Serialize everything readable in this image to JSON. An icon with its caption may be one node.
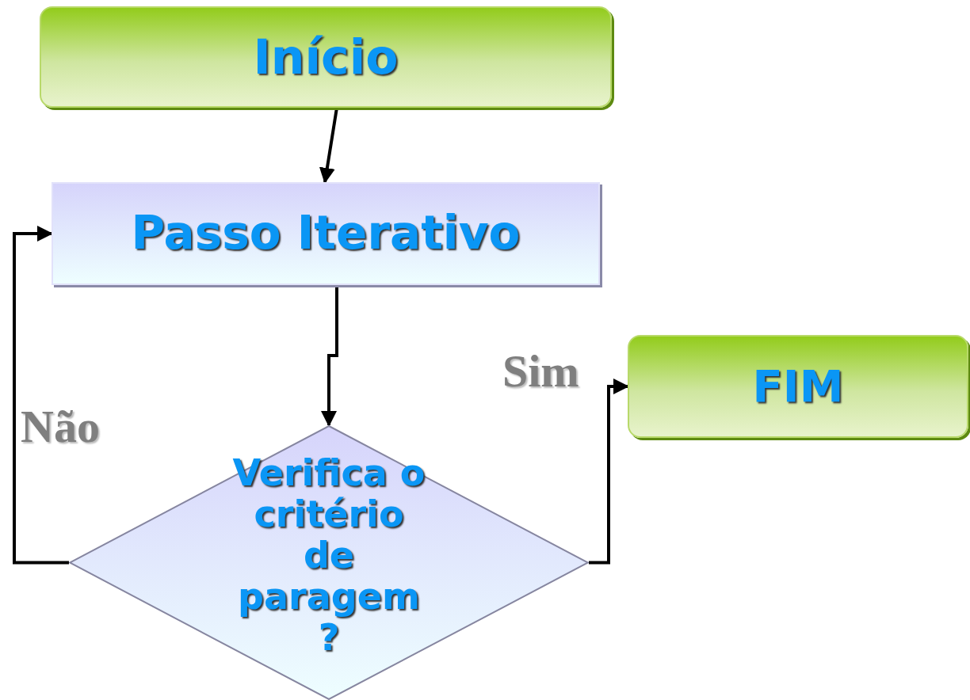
{
  "diagram": {
    "nodes": [
      {
        "text": [
          "Início"
        ]
      },
      {
        "text": [
          "Passo Iterativo"
        ]
      },
      {
        "text": [
          "Verifica o critério de paragem ?"
        ]
      },
      {
        "text": [
          "FIM"
        ]
      }
    ],
    "edges": [
      {
        "from": 0,
        "to": 1,
        "arrow": "to"
      },
      {
        "from": 1,
        "to": 2,
        "arrow": "to"
      },
      {
        "from": 2,
        "to": 3,
        "arrow": "to",
        "label": "Sim"
      },
      {
        "from": 2,
        "to": 1,
        "arrow": "to",
        "label": "Não"
      }
    ]
  }
}
